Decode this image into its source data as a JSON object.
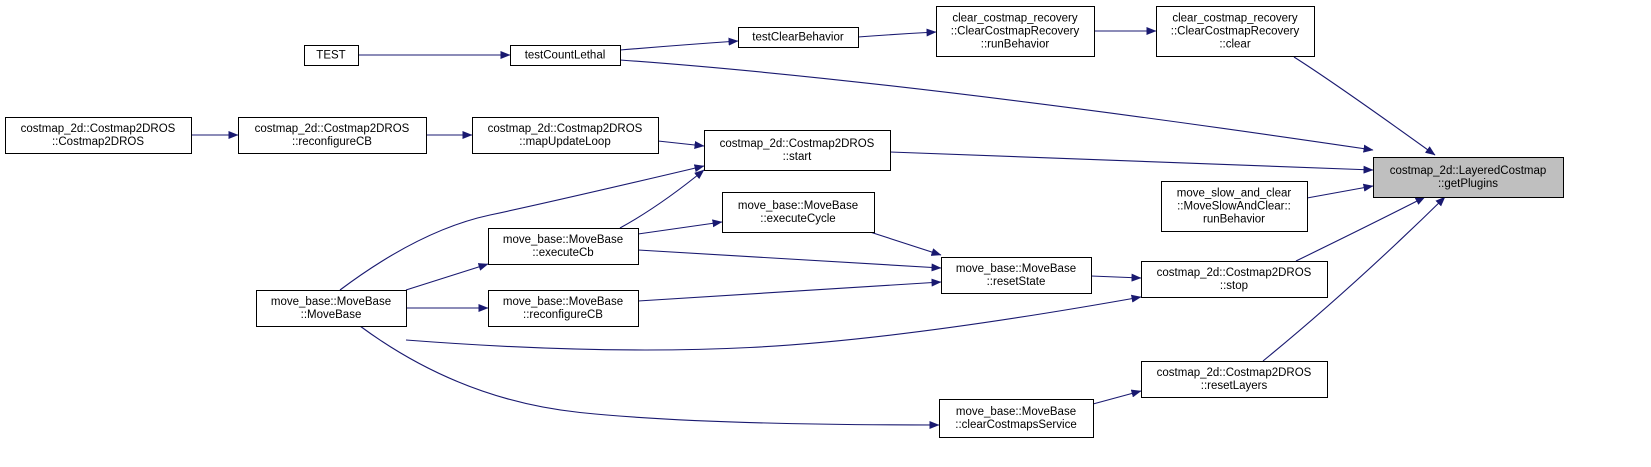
{
  "graph": {
    "edge_color": "#191970",
    "target_fill": "#bfbfbf",
    "nodes": [
      {
        "id": "target",
        "lines": [
          "costmap_2d::LayeredCostmap",
          "::getPlugins"
        ],
        "highlight": true
      },
      {
        "id": "clear",
        "lines": [
          "clear_costmap_recovery",
          "::ClearCostmapRecovery",
          "::clear"
        ]
      },
      {
        "id": "ccr_run",
        "lines": [
          "clear_costmap_recovery",
          "::ClearCostmapRecovery",
          "::runBehavior"
        ]
      },
      {
        "id": "testClear",
        "lines": [
          "testClearBehavior"
        ]
      },
      {
        "id": "testCount",
        "lines": [
          "testCountLethal"
        ]
      },
      {
        "id": "TEST",
        "lines": [
          "TEST"
        ]
      },
      {
        "id": "start",
        "lines": [
          "costmap_2d::Costmap2DROS",
          "::start"
        ]
      },
      {
        "id": "mapLoop",
        "lines": [
          "costmap_2d::Costmap2DROS",
          "::mapUpdateLoop"
        ]
      },
      {
        "id": "reconfROS",
        "lines": [
          "costmap_2d::Costmap2DROS",
          "::reconfigureCB"
        ]
      },
      {
        "id": "ctorROS",
        "lines": [
          "costmap_2d::Costmap2DROS",
          "::Costmap2DROS"
        ]
      },
      {
        "id": "msac",
        "lines": [
          "move_slow_and_clear",
          "::MoveSlowAndClear::",
          "runBehavior"
        ]
      },
      {
        "id": "execCycle",
        "lines": [
          "move_base::MoveBase",
          "::executeCycle"
        ]
      },
      {
        "id": "execCb",
        "lines": [
          "move_base::MoveBase",
          "::executeCb"
        ]
      },
      {
        "id": "resetState",
        "lines": [
          "move_base::MoveBase",
          "::resetState"
        ]
      },
      {
        "id": "stop",
        "lines": [
          "costmap_2d::Costmap2DROS",
          "::stop"
        ]
      },
      {
        "id": "reconfMB",
        "lines": [
          "move_base::MoveBase",
          "::reconfigureCB"
        ]
      },
      {
        "id": "mbCtor",
        "lines": [
          "move_base::MoveBase",
          "::MoveBase"
        ]
      },
      {
        "id": "resetLayers",
        "lines": [
          "costmap_2d::Costmap2DROS",
          "::resetLayers"
        ]
      },
      {
        "id": "clearSrv",
        "lines": [
          "move_base::MoveBase",
          "::clearCostmapsService"
        ]
      }
    ],
    "edges": [
      {
        "from": "clear",
        "to": "target"
      },
      {
        "from": "testCount",
        "to": "target"
      },
      {
        "from": "start",
        "to": "target"
      },
      {
        "from": "msac",
        "to": "target"
      },
      {
        "from": "stop",
        "to": "target"
      },
      {
        "from": "resetLayers",
        "to": "target"
      },
      {
        "from": "ccr_run",
        "to": "clear"
      },
      {
        "from": "testClear",
        "to": "ccr_run"
      },
      {
        "from": "testCount",
        "to": "testClear"
      },
      {
        "from": "TEST",
        "to": "testCount"
      },
      {
        "from": "mapLoop",
        "to": "start"
      },
      {
        "from": "execCb",
        "to": "start"
      },
      {
        "from": "mbCtor",
        "to": "start"
      },
      {
        "from": "reconfROS",
        "to": "mapLoop"
      },
      {
        "from": "ctorROS",
        "to": "reconfROS"
      },
      {
        "from": "execCb",
        "to": "execCycle"
      },
      {
        "from": "mbCtor",
        "to": "execCb"
      },
      {
        "from": "execCycle",
        "to": "resetState"
      },
      {
        "from": "execCb",
        "to": "resetState"
      },
      {
        "from": "reconfMB",
        "to": "resetState"
      },
      {
        "from": "resetState",
        "to": "stop"
      },
      {
        "from": "mbCtor",
        "to": "stop"
      },
      {
        "from": "mbCtor",
        "to": "reconfMB"
      },
      {
        "from": "clearSrv",
        "to": "resetLayers"
      },
      {
        "from": "mbCtor",
        "to": "clearSrv"
      }
    ]
  }
}
